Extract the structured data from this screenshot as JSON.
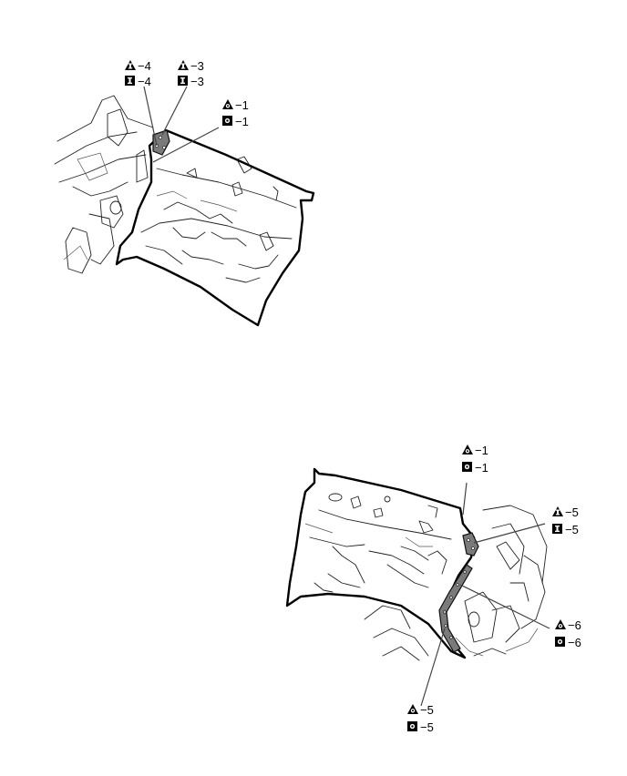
{
  "callouts": [
    {
      "id": "top-4",
      "items": [
        {
          "symbol": "triangle-I",
          "label": "−4"
        },
        {
          "symbol": "square-I",
          "label": "−4"
        }
      ]
    },
    {
      "id": "top-3",
      "items": [
        {
          "symbol": "triangle-I",
          "label": "−3"
        },
        {
          "symbol": "square-I",
          "label": "−3"
        }
      ]
    },
    {
      "id": "top-1",
      "items": [
        {
          "symbol": "triangle-O",
          "label": "−1"
        },
        {
          "symbol": "square-O",
          "label": "−1"
        }
      ]
    },
    {
      "id": "bot-1",
      "items": [
        {
          "symbol": "triangle-O",
          "label": "−1"
        },
        {
          "symbol": "square-O",
          "label": "−1"
        }
      ]
    },
    {
      "id": "bot-5I",
      "items": [
        {
          "symbol": "triangle-I",
          "label": "−5"
        },
        {
          "symbol": "square-I",
          "label": "−5"
        }
      ]
    },
    {
      "id": "bot-6",
      "items": [
        {
          "symbol": "triangle-O",
          "label": "−6"
        },
        {
          "symbol": "square-O",
          "label": "−6"
        }
      ]
    },
    {
      "id": "bot-5O",
      "items": [
        {
          "symbol": "triangle-O",
          "label": "−5"
        },
        {
          "symbol": "square-O",
          "label": "−5"
        }
      ]
    }
  ]
}
